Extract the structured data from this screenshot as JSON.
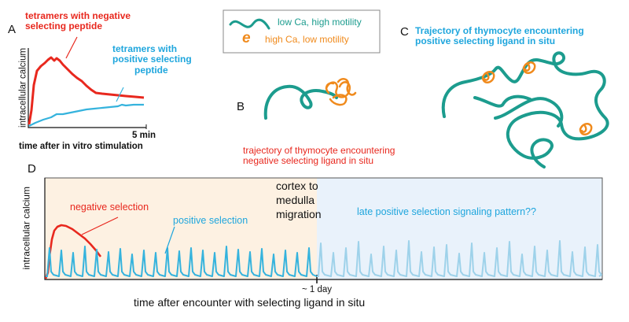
{
  "colors": {
    "negative": "#e8281e",
    "positive": "#35b3dd",
    "teal_trajectory": "#1c9c8e",
    "orange_tangle": "#f08a1c",
    "label_blue": "#1fa6dd",
    "bg_cortex": "#fdf1e2",
    "bg_medulla": "#e9f2fb"
  },
  "panels": {
    "a": {
      "letter": "A"
    },
    "b": {
      "letter": "B"
    },
    "c": {
      "letter": "C"
    },
    "d": {
      "letter": "D"
    }
  },
  "legend": {
    "low_ca": "low Ca, high motility",
    "high_ca": "high Ca, low motility",
    "high_ca_glyph": "e"
  },
  "panel_a": {
    "neg_label_line1": "tetramers with negative",
    "neg_label_line2": "selecting peptide",
    "pos_label_line1": "tetramers with",
    "pos_label_line2": "positive selecting",
    "pos_label_line3": "peptide",
    "ylabel": "intracellular calcium",
    "xlabel": "time after in vitro stimulation",
    "x_tick": "5 min"
  },
  "panel_b": {
    "caption_line1": "trajectory of thymocyte encountering",
    "caption_line2": "negative selecting ligand in situ"
  },
  "panel_c": {
    "title_line1": "Trajectory of thymocyte encountering",
    "title_line2": "positive selecting ligand in situ"
  },
  "panel_d": {
    "neg_label": "negative selection",
    "pos_label": "positive selection",
    "migration_line1": "cortex to",
    "migration_line2": "medulla",
    "migration_line3": "migration",
    "late_label": "late positive selection signaling pattern??",
    "ylabel": "intracellular calcium",
    "x_tick": "~ 1 day",
    "xlabel": "time after encounter with selecting ligand in situ"
  }
}
